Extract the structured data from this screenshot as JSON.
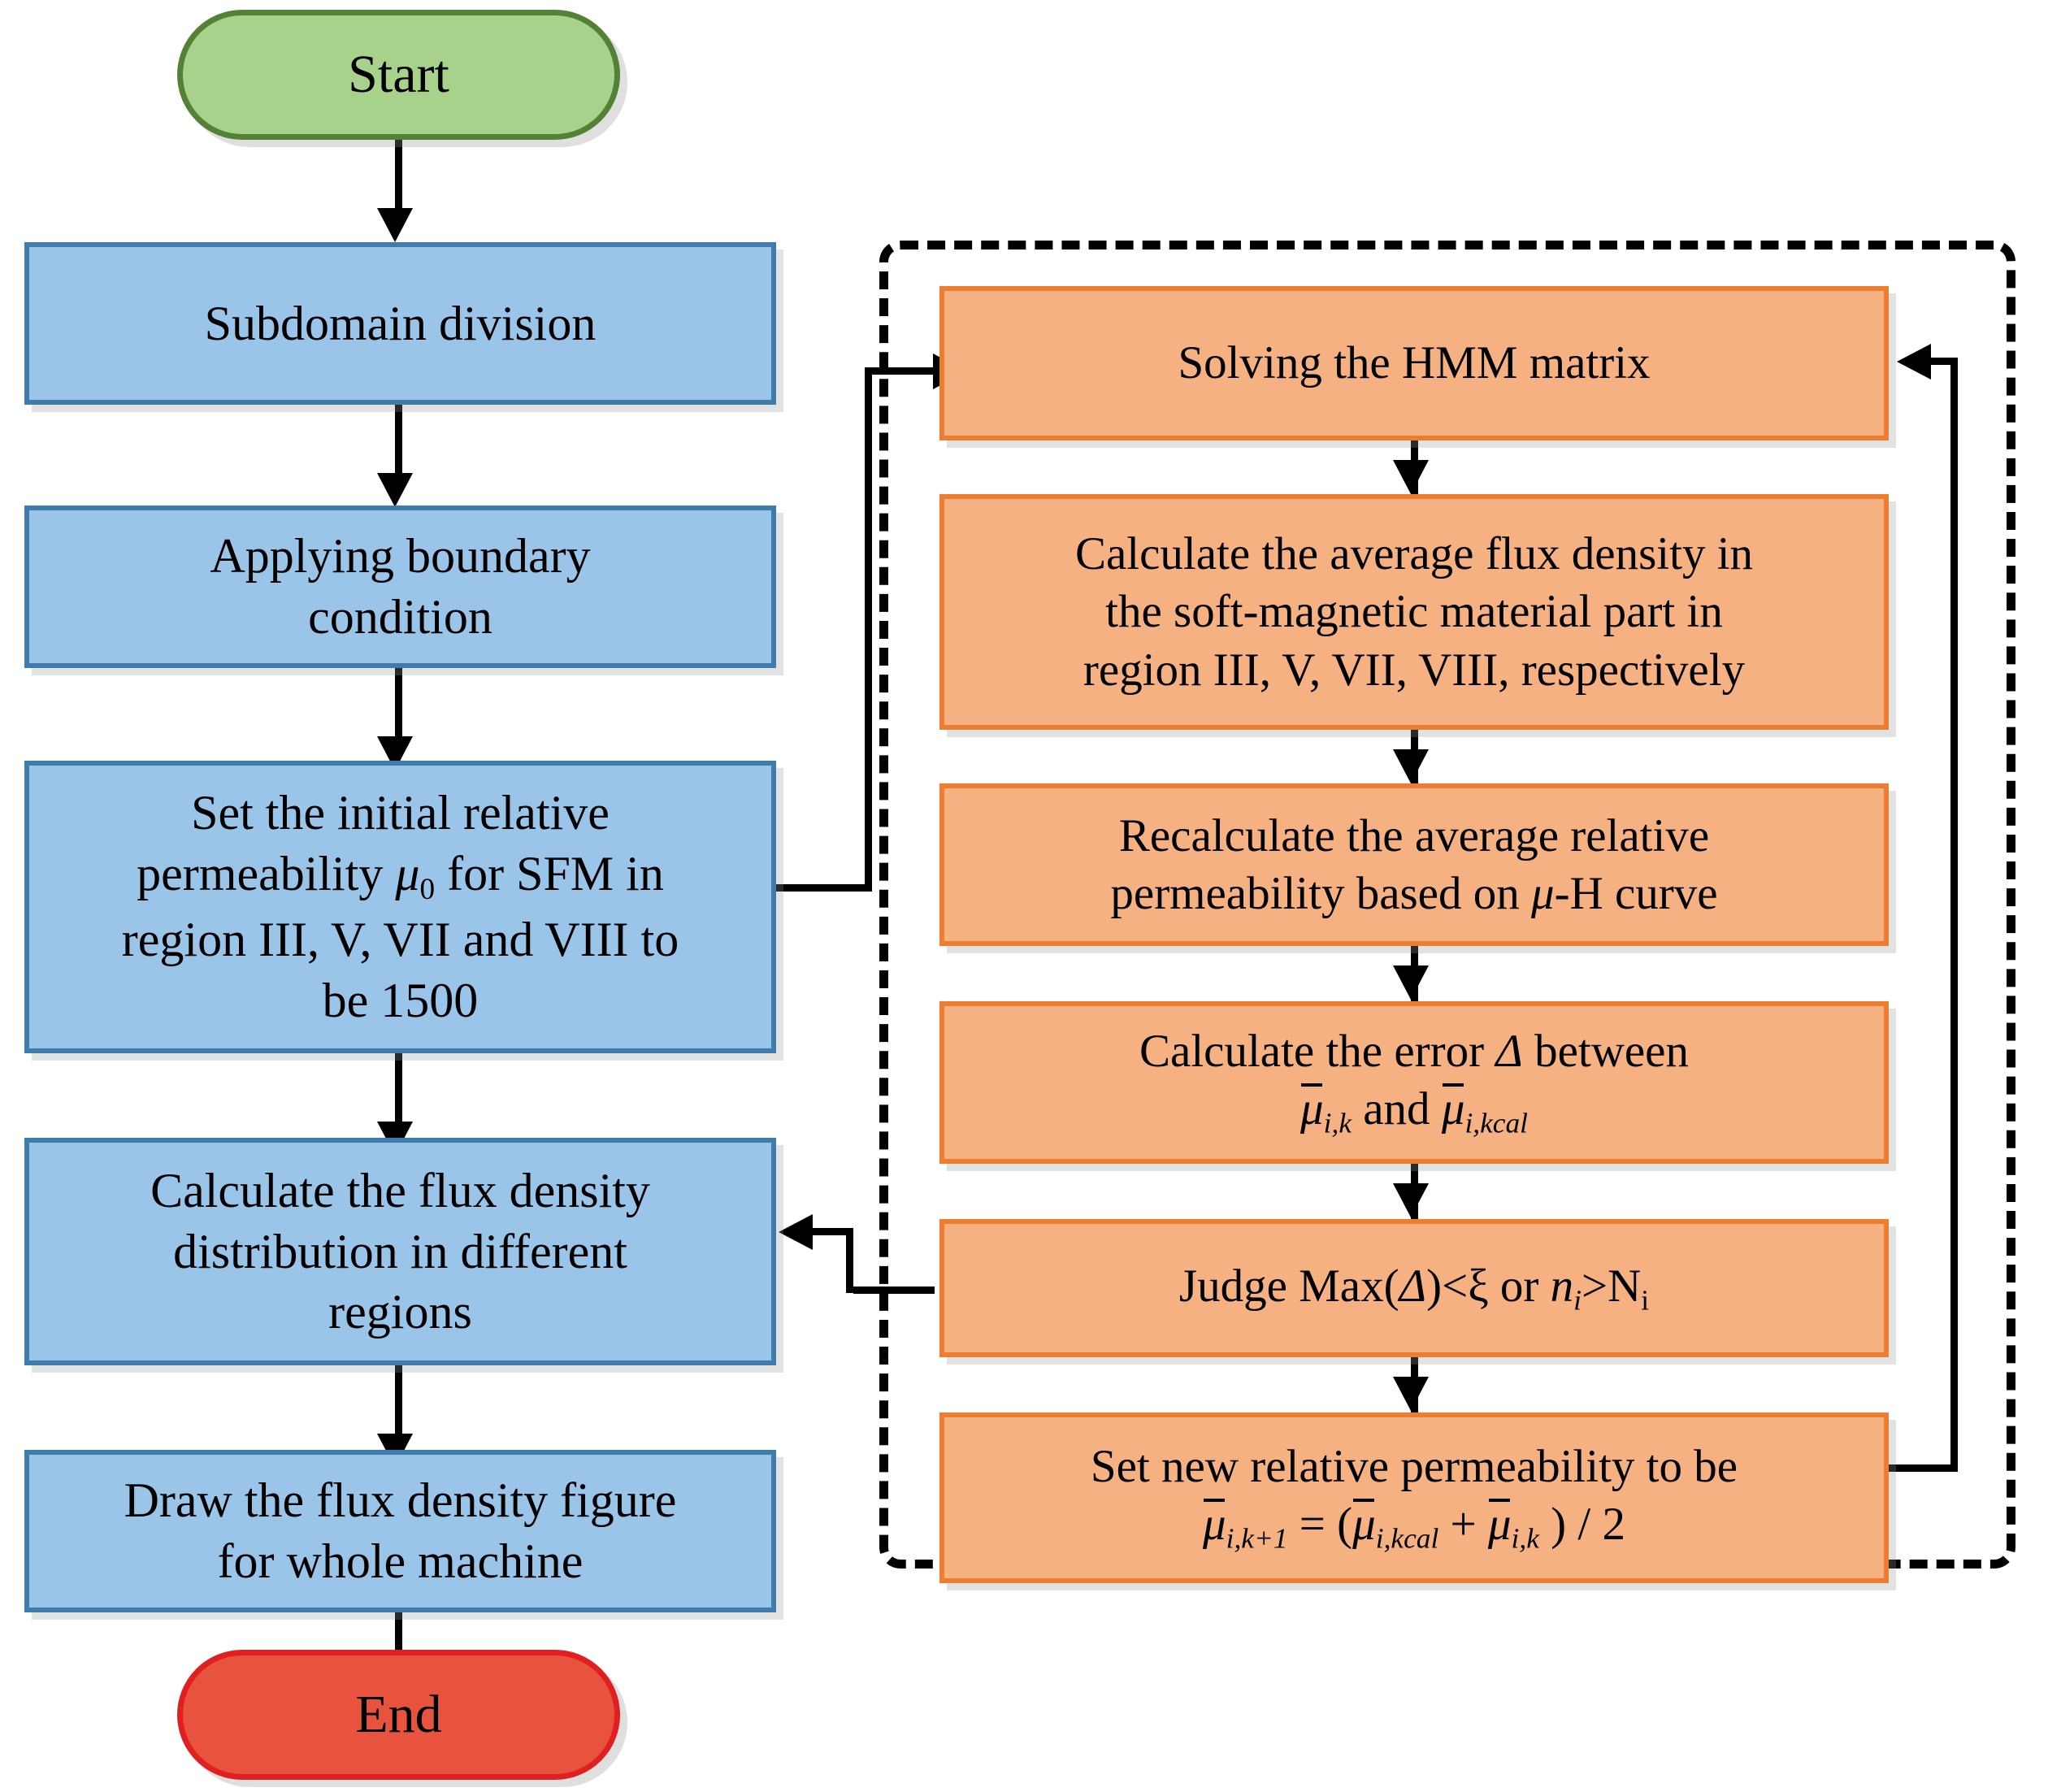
{
  "diagram": {
    "title": "HMM iterative solving flowchart",
    "colors": {
      "start_fill": "#A8D28C",
      "start_border": "#538135",
      "end_fill": "#E8533F",
      "end_border": "#E02020",
      "process_blue_fill": "#9AC5E8",
      "process_blue_border": "#3F7CAC",
      "process_orange_fill": "#F6B183",
      "process_orange_border": "#ED7D31",
      "connector": "#000000",
      "loop_border": "#000000"
    }
  },
  "main_flow": {
    "start": {
      "label": "Start"
    },
    "step_subdomain": {
      "label": "Subdomain division"
    },
    "step_boundary": {
      "line1": "Applying boundary",
      "line2": "condition"
    },
    "step_initial_permeability": {
      "line1": "Set the initial relative",
      "line2_a": "permeability ",
      "line2_mu": "μ",
      "line2_sub": "0",
      "line2_b": " for SFM in",
      "line3": "region III, V, VII and VIII to",
      "line4": "be 1500"
    },
    "step_flux_distribution": {
      "line1": "Calculate the flux density",
      "line2": "distribution in different",
      "line3": "regions"
    },
    "step_draw_figure": {
      "line1": "Draw the flux density figure",
      "line2": "for whole machine"
    },
    "end": {
      "label": "End"
    }
  },
  "loop_flow": {
    "solve_hmm": {
      "label": "Solving the HMM matrix"
    },
    "avg_flux_density": {
      "line1": "Calculate the average flux density in",
      "line2": "the soft-magnetic material part  in",
      "line3": "region III, V, VII, VIII, respectively"
    },
    "recalc_permeability": {
      "line1": "Recalculate the average relative",
      "line2_a": "permeability based on ",
      "line2_mu": "μ",
      "line2_b": "-H curve"
    },
    "calc_error": {
      "line1_a": "Calculate the error ",
      "line1_delta": "Δ",
      "line1_b": "  between",
      "line2_mu1": "μ",
      "line2_sub1": "i,k",
      "line2_and": " and ",
      "line2_mu2": "μ",
      "line2_sub2": "i,kcal"
    },
    "judge": {
      "text_a": "Judge Max(",
      "delta": "Δ",
      "text_b": ")<",
      "xi": "ξ",
      "text_c": " or ",
      "n": "n",
      "n_sub": "i",
      "gt": ">",
      "N": "N",
      "N_sub": "i"
    },
    "set_new_permeability": {
      "line1": "Set new relative permeability to be",
      "eq_mu1": "μ",
      "eq_sub1": "i,k+1",
      "eq_equals": " = (",
      "eq_mu2": "μ",
      "eq_sub2": "i,kcal",
      "eq_plus": " + ",
      "eq_mu3": "μ",
      "eq_sub3": "i,k",
      "eq_tail": " ) / 2"
    }
  }
}
